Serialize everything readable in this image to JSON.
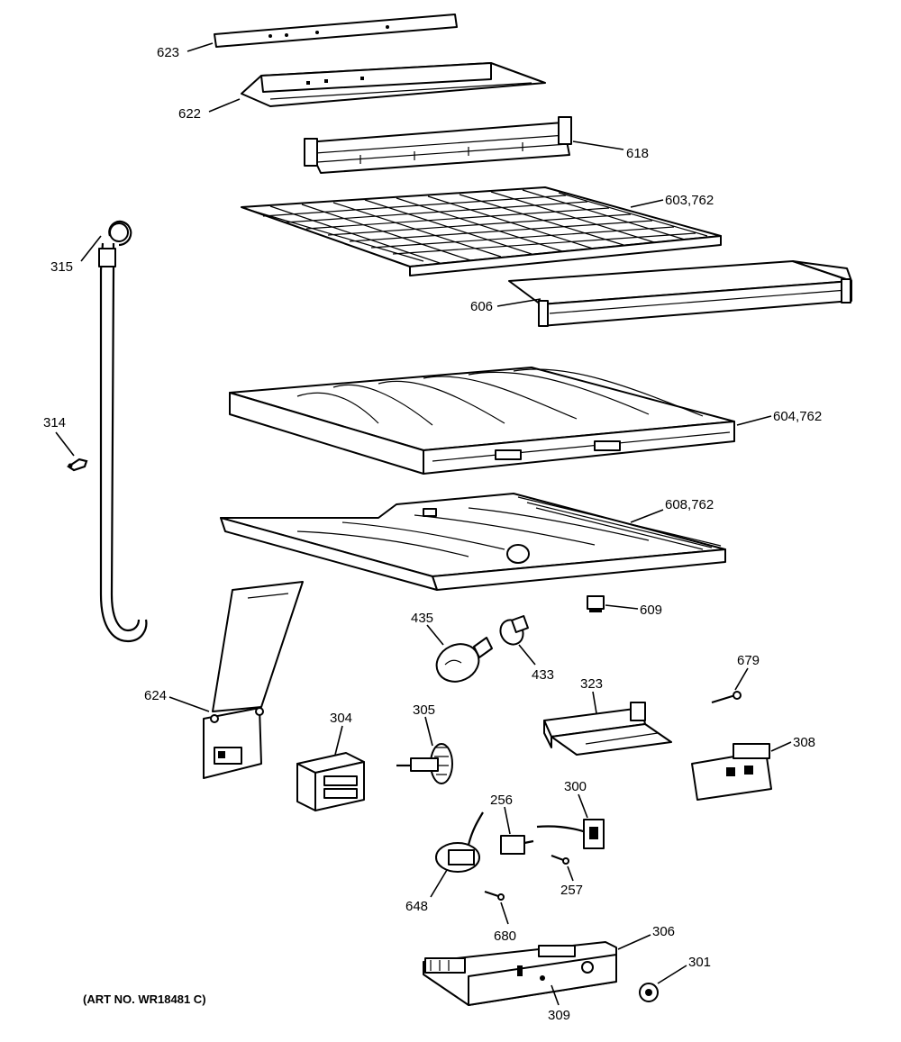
{
  "diagram": {
    "art_number": "(ART NO. WR18481 C)",
    "callouts": {
      "c623": "623",
      "c622": "622",
      "c618": "618",
      "c603": "603,762",
      "c315": "315",
      "c606": "606",
      "c604": "604,762",
      "c314": "314",
      "c608": "608,762",
      "c609": "609",
      "c435": "435",
      "c433": "433",
      "c679": "679",
      "c624": "624",
      "c304": "304",
      "c305": "305",
      "c323": "323",
      "c308": "308",
      "c256": "256",
      "c300": "300",
      "c648": "648",
      "c257": "257",
      "c680": "680",
      "c306": "306",
      "c301": "301",
      "c309": "309"
    }
  }
}
